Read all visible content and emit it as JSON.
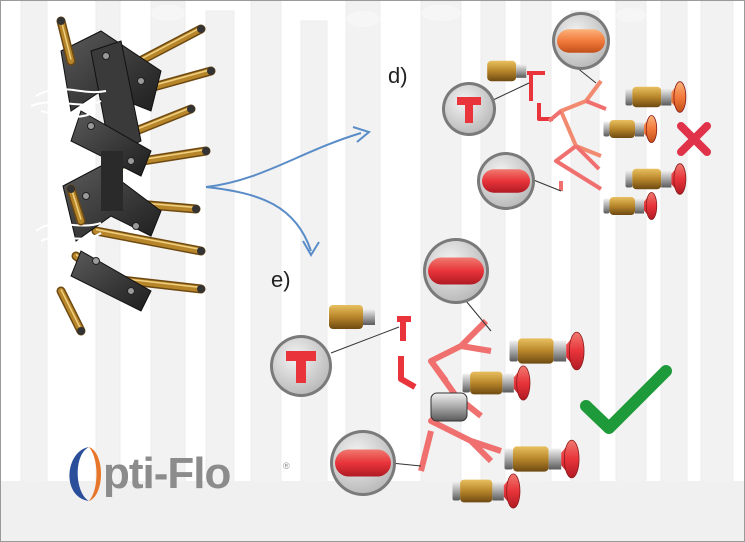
{
  "labels": {
    "variant_d": "d)",
    "variant_e": "e)"
  },
  "logo": {
    "brand_text": "pti-Flo",
    "registered_mark": "®"
  },
  "status": {
    "variant_d": "cross-icon",
    "variant_e": "checkmark-icon"
  },
  "colors": {
    "melt_orange": "#f27a3c",
    "melt_red": "#e8343a",
    "nozzle_gold": "#b8862a",
    "arrow_blue": "#5a8cc8",
    "cross_red": "#e0334a",
    "check_green": "#1f9a3a",
    "logo_blue": "#2a4e9a",
    "logo_orange": "#e8762a",
    "logo_grey": "#8c8c8c"
  }
}
